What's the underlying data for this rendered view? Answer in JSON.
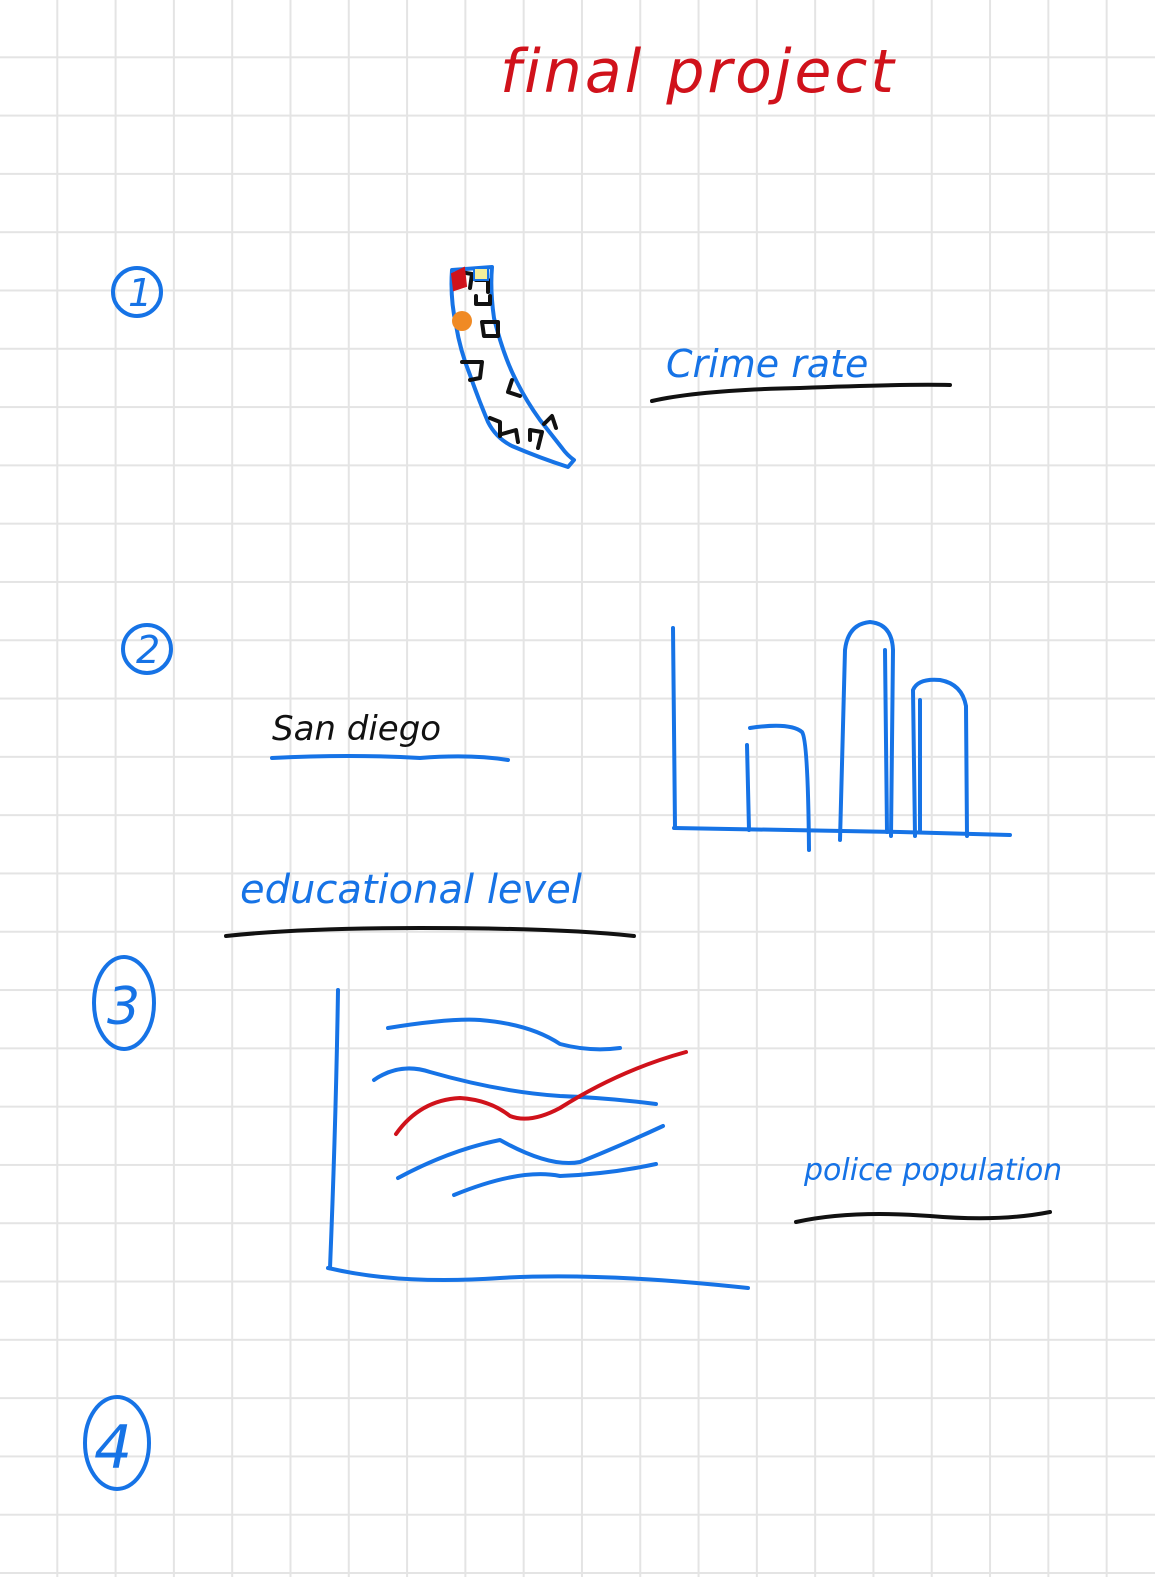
{
  "title": "final project",
  "sections": [
    {
      "number": "1",
      "label": "Crime rate"
    },
    {
      "number": "2",
      "label": "San diego"
    },
    {
      "number": "3",
      "label": "educational level"
    },
    {
      "number": "4",
      "label": ""
    }
  ],
  "police_label": "police population",
  "colors": {
    "ink_blue": "#1673e6",
    "ink_red": "#d0121b",
    "ink_black": "#111111",
    "map_red_marker": "#d0121b",
    "map_orange_marker": "#f08a24",
    "map_yellow_marker": "#f5ef9a"
  }
}
